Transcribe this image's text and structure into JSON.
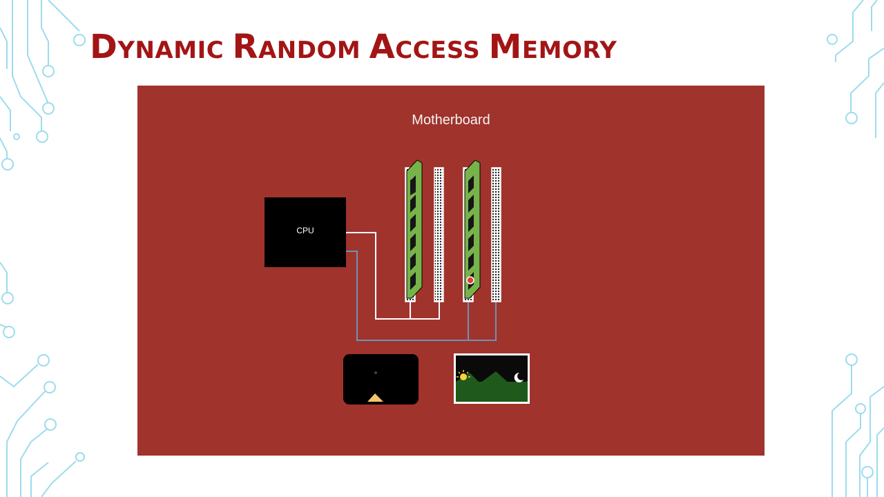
{
  "title": {
    "words": [
      {
        "initial": "D",
        "rest": "YNAMIC"
      },
      {
        "initial": "R",
        "rest": "ANDOM"
      },
      {
        "initial": "A",
        "rest": "CCESS"
      },
      {
        "initial": "M",
        "rest": "EMORY"
      }
    ],
    "color": "#a31515"
  },
  "diagram": {
    "board_label": "Motherboard",
    "cpu_label": "CPU",
    "board_color": "#a0332c",
    "ram_stick_color": "#78b34a",
    "bus_white_color": "#ffffff",
    "bus_blue_color": "#6c93b6",
    "memory_slots": [
      "slot-1",
      "slot-2",
      "slot-3",
      "slot-4"
    ],
    "devices": [
      "game-screen",
      "landscape-picture"
    ]
  },
  "decoration": {
    "circuit_color": "#7fd3e6"
  }
}
